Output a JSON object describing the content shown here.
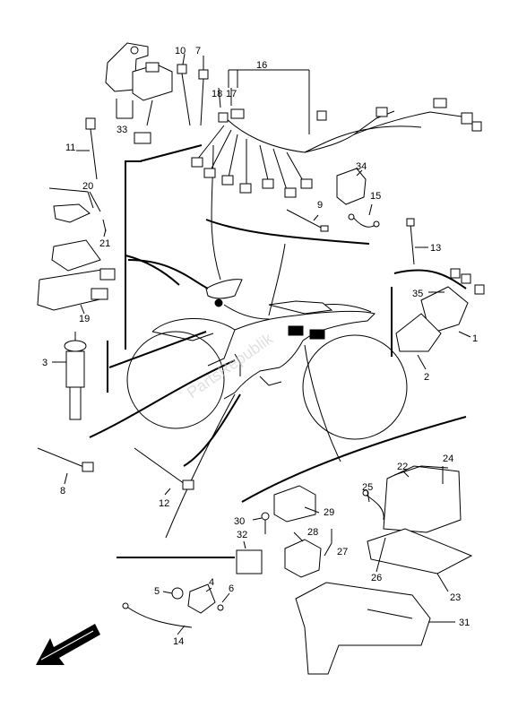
{
  "watermark": "PartsRepublik",
  "callouts": [
    {
      "id": "c1",
      "text": "1"
    },
    {
      "id": "c2",
      "text": "2"
    },
    {
      "id": "c3",
      "text": "3"
    },
    {
      "id": "c4",
      "text": "4"
    },
    {
      "id": "c5",
      "text": "5"
    },
    {
      "id": "c6",
      "text": "6"
    },
    {
      "id": "c7",
      "text": "7"
    },
    {
      "id": "c8",
      "text": "8"
    },
    {
      "id": "c9",
      "text": "9"
    },
    {
      "id": "c10",
      "text": "10"
    },
    {
      "id": "c11",
      "text": "11"
    },
    {
      "id": "c12",
      "text": "12"
    },
    {
      "id": "c13",
      "text": "13"
    },
    {
      "id": "c14",
      "text": "14"
    },
    {
      "id": "c15",
      "text": "15"
    },
    {
      "id": "c16",
      "text": "16"
    },
    {
      "id": "c17",
      "text": "17"
    },
    {
      "id": "c18",
      "text": "18"
    },
    {
      "id": "c19",
      "text": "19"
    },
    {
      "id": "c20",
      "text": "20"
    },
    {
      "id": "c21",
      "text": "21"
    },
    {
      "id": "c22",
      "text": "22"
    },
    {
      "id": "c23",
      "text": "23"
    },
    {
      "id": "c24",
      "text": "24"
    },
    {
      "id": "c25",
      "text": "25"
    },
    {
      "id": "c26",
      "text": "26"
    },
    {
      "id": "c27",
      "text": "27"
    },
    {
      "id": "c28",
      "text": "28"
    },
    {
      "id": "c29",
      "text": "29"
    },
    {
      "id": "c30",
      "text": "30"
    },
    {
      "id": "c31",
      "text": "31"
    },
    {
      "id": "c32",
      "text": "32"
    },
    {
      "id": "c33",
      "text": "33"
    },
    {
      "id": "c34",
      "text": "34"
    },
    {
      "id": "c35",
      "text": "35"
    }
  ],
  "icons": {
    "front_arrow": "front-direction-arrow-icon"
  }
}
